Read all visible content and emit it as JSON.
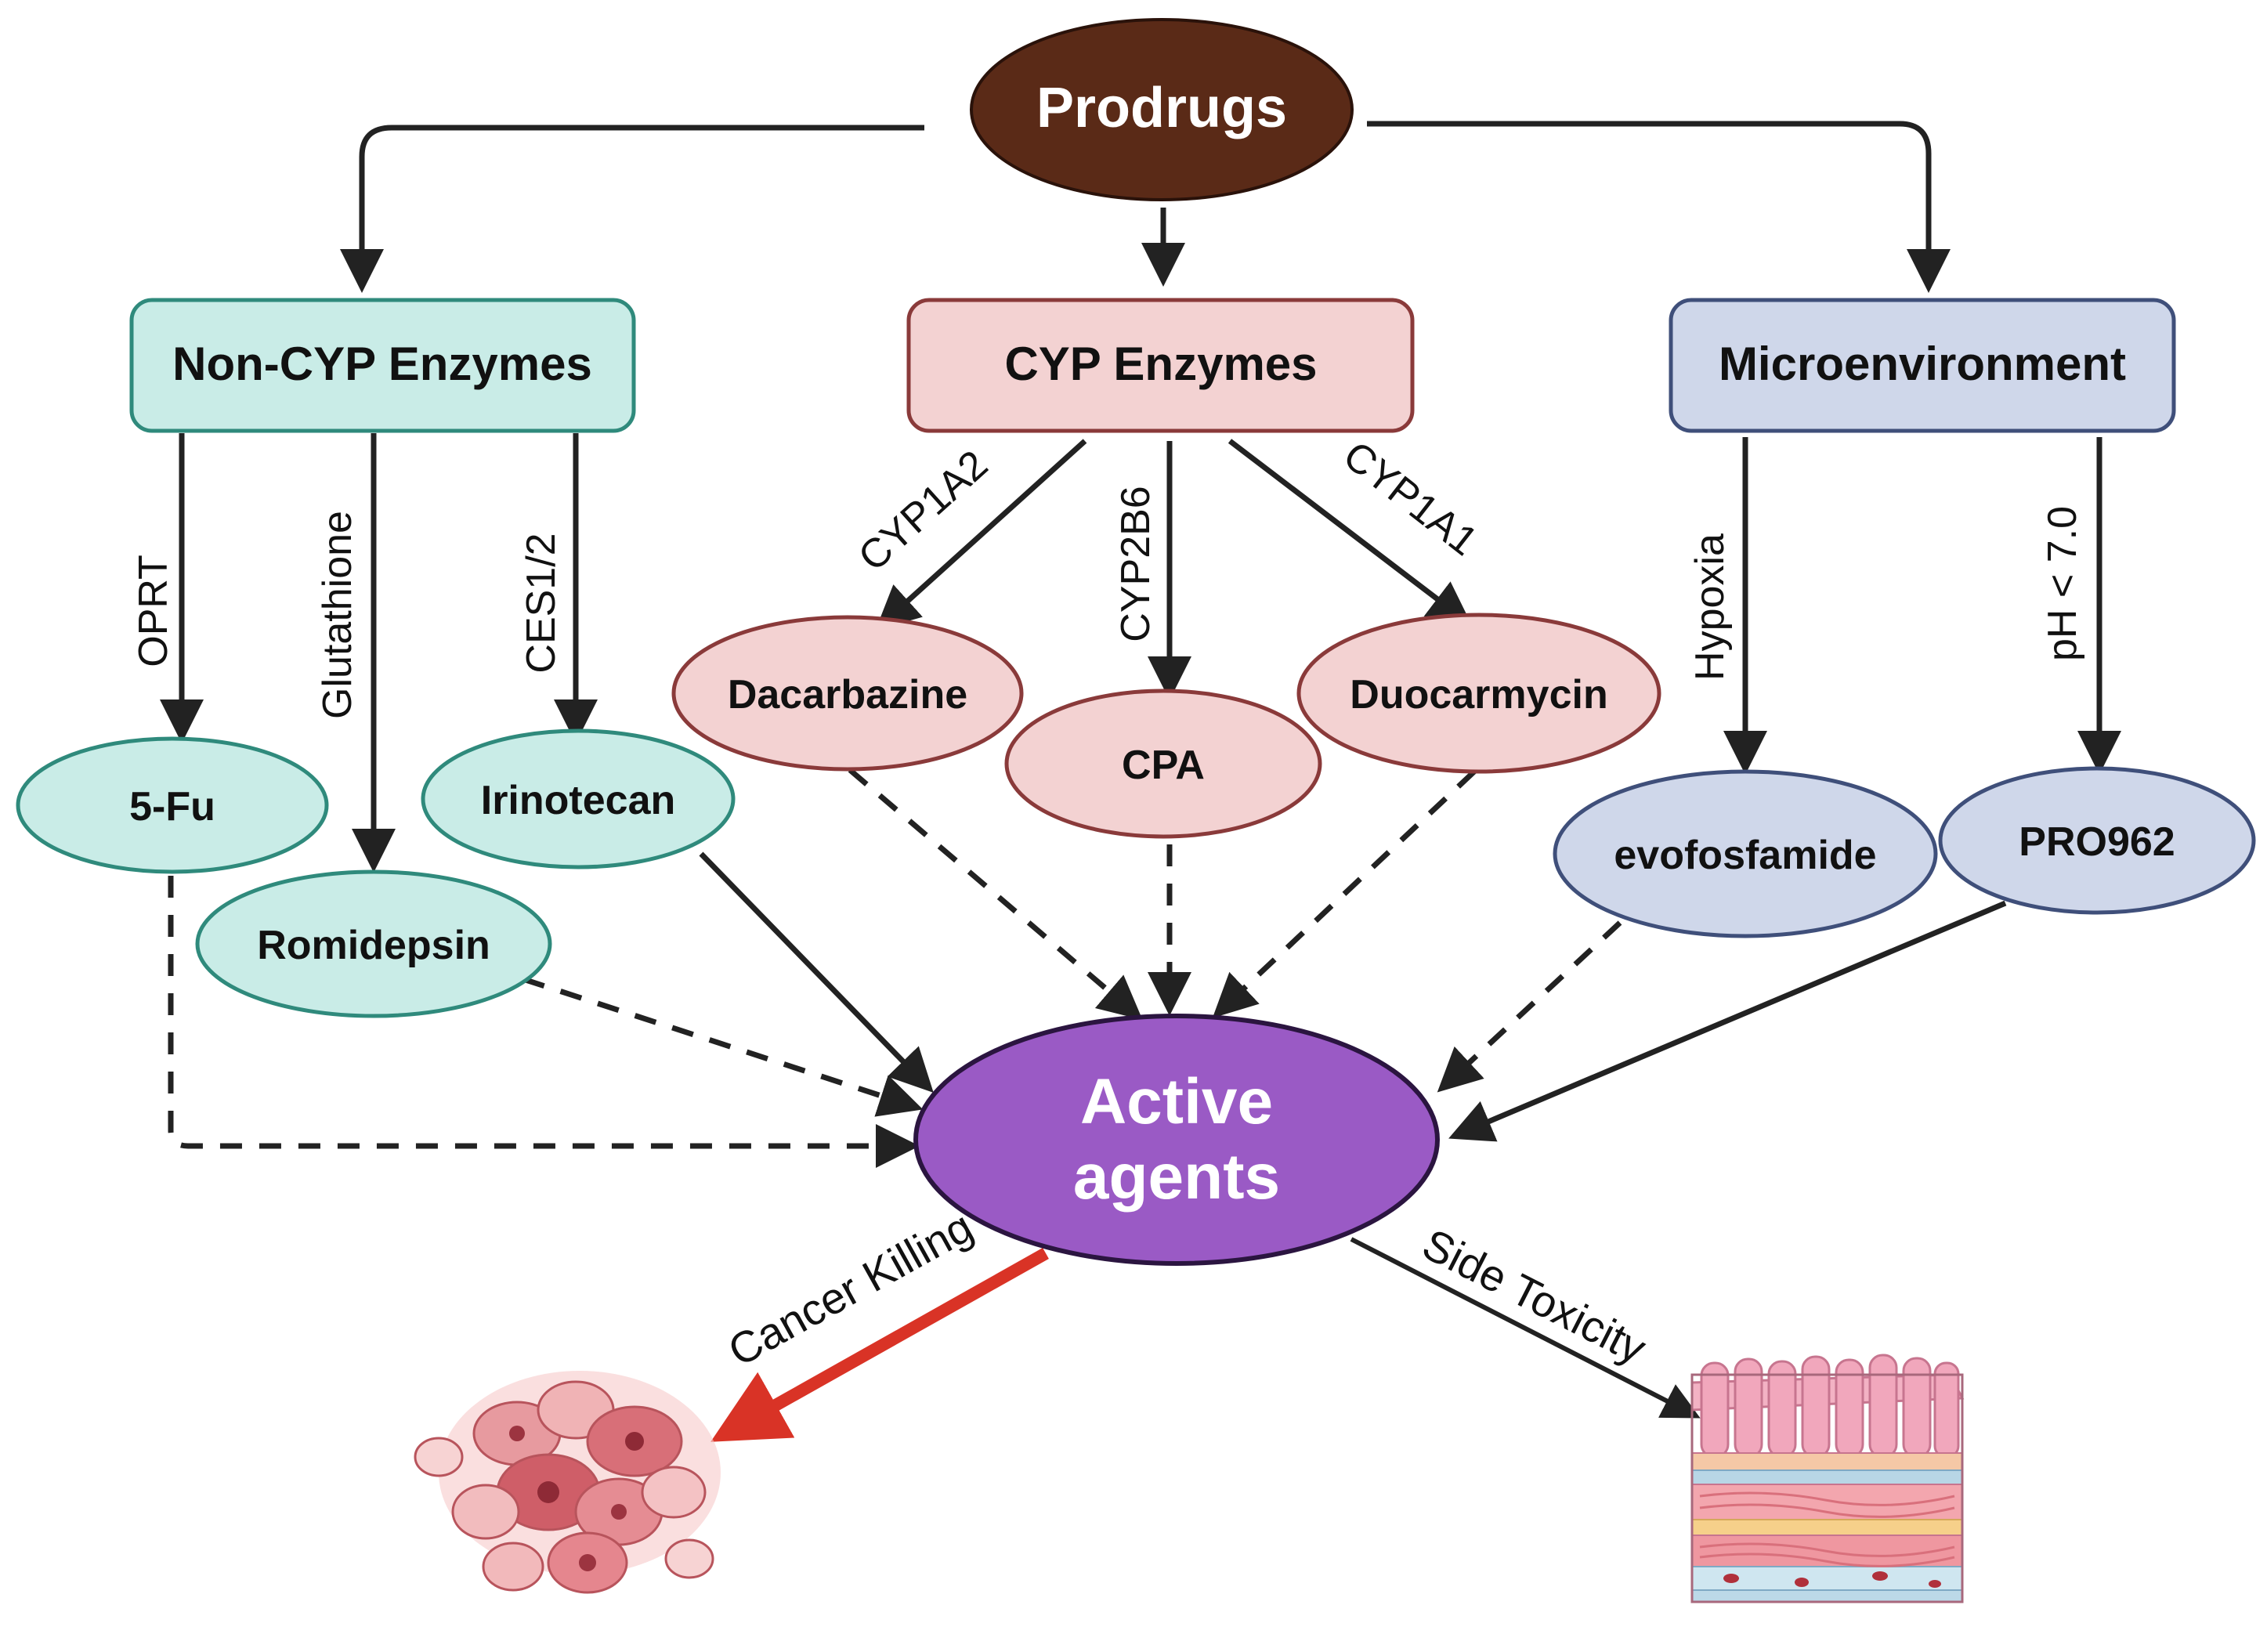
{
  "nodes": {
    "prodrugs": "Prodrugs",
    "non_cyp": "Non-CYP Enzymes",
    "cyp": "CYP Enzymes",
    "micro": "Microenvironment",
    "fu": "5-Fu",
    "romidepsin": "Romidepsin",
    "irinotecan": "Irinotecan",
    "dacarbazine": "Dacarbazine",
    "cpa": "CPA",
    "duocarmycin": "Duocarmycin",
    "evofosfamide": "evofosfamide",
    "pro962": "PRO962",
    "active_line1": "Active",
    "active_line2": "agents"
  },
  "edge_labels": {
    "oprt": "OPRT",
    "glutathione": "Glutathione",
    "ces": "CES1/2",
    "cyp1a2": "CYP1A2",
    "cyp2b6": "CYP2B6",
    "cyp1a1": "CYP1A1",
    "hypoxia": "Hypoxia",
    "ph": "pH < 7.0"
  },
  "outcomes": {
    "cancer_killing": "Cancer  Killing",
    "side_toxicity": "Side Toxicity"
  },
  "colors": {
    "prodrugs_fill": "#5a2a17",
    "non_cyp_fill": "#c9ece7",
    "non_cyp_stroke": "#2f8a7c",
    "cyp_fill": "#f3d2d2",
    "cyp_stroke": "#8a3a3a",
    "micro_fill": "#cfd7ea",
    "micro_stroke": "#3f4f7a",
    "active_fill": "#9a5ac5",
    "cancer_arrow": "#d93326"
  }
}
